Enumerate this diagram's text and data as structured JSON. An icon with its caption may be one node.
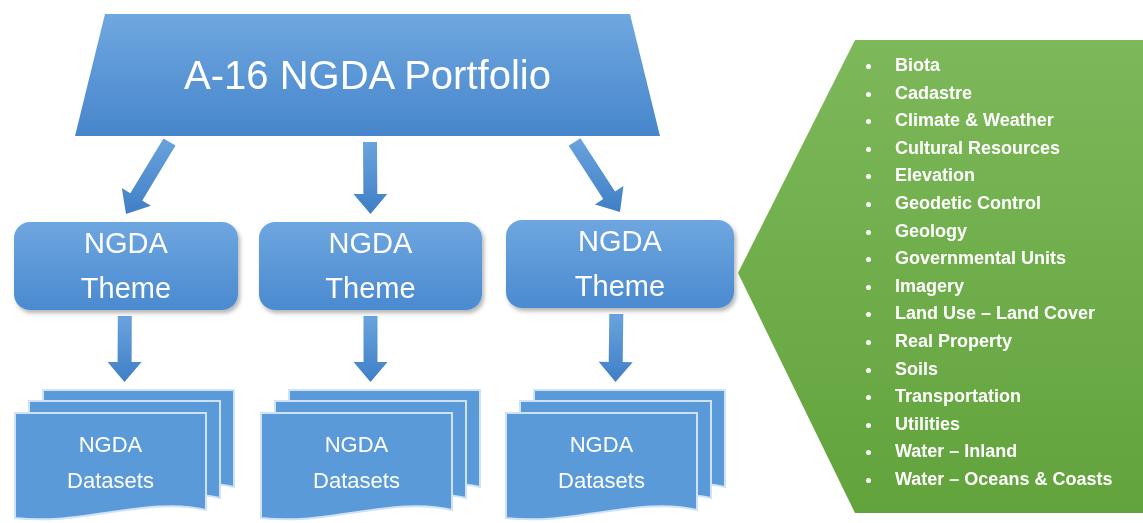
{
  "diagram": {
    "nodes": [
      {
        "text": [
          "A-16 NGDA Portfolio"
        ]
      },
      {
        "text": [
          "NGDA Theme"
        ]
      },
      {
        "text": [
          "NGDA Theme"
        ]
      },
      {
        "text": [
          "NGDA Theme"
        ]
      },
      {
        "text": [
          "NGDA Datasets"
        ]
      },
      {
        "text": [
          "NGDA Datasets"
        ]
      },
      {
        "text": [
          "NGDA Datasets"
        ]
      },
      {
        "text": [
          "Biota",
          "Cadastre",
          "Climate & Weather",
          "Cultural Resources",
          "Elevation",
          "Geodetic Control",
          "Geology",
          "Governmental Units",
          "Imagery",
          "Land Use – Land Cover",
          "Real Property",
          "Soils",
          "Transportation",
          "Utilities",
          "Water – Inland",
          "Water – Oceans & Coasts"
        ]
      }
    ],
    "edges": [
      {
        "from": 0,
        "to": 1,
        "arrow": "to"
      },
      {
        "from": 0,
        "to": 2,
        "arrow": "to"
      },
      {
        "from": 0,
        "to": 3,
        "arrow": "to"
      },
      {
        "from": 1,
        "to": 4,
        "arrow": "to"
      },
      {
        "from": 2,
        "to": 5,
        "arrow": "to"
      },
      {
        "from": 3,
        "to": 6,
        "arrow": "to"
      }
    ]
  }
}
